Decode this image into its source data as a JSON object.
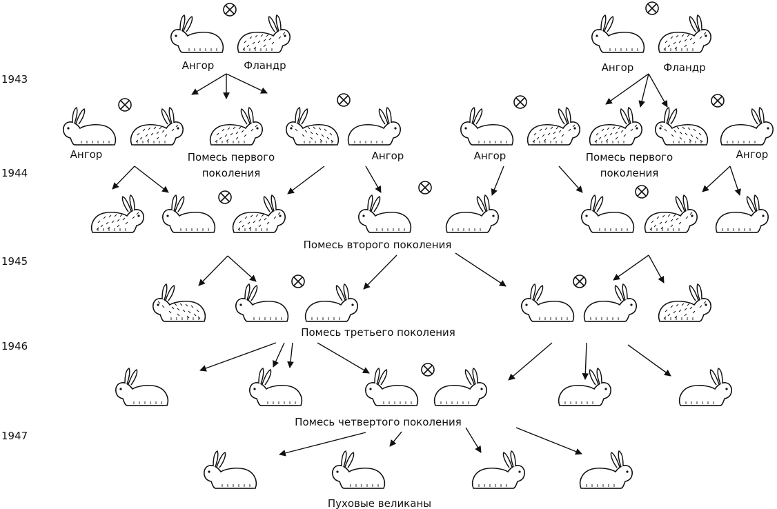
{
  "years": [
    "1943",
    "1944",
    "1945",
    "1946",
    "1947"
  ],
  "labels": {
    "angora_left": "Ангор",
    "flandre_left": "Фландр",
    "angora_right": "Ангор",
    "flandre_right": "Фландр",
    "angora_r2_a": "Ангор",
    "first_gen_left_1": "Помесь первого",
    "first_gen_left_2": "поколения",
    "angora_r2_b": "Ангор",
    "angora_r2_c": "Ангор",
    "first_gen_right_1": "Помесь первого",
    "first_gen_right_2": "поколения",
    "angora_r2_d": "Ангор",
    "second_gen": "Помесь второго поколения",
    "third_gen": "Помесь третьего поколения",
    "fourth_gen": "Помесь четвертого поколения",
    "result": "Пуховые великаны"
  },
  "colors": {
    "ink": "#111111",
    "background": "#ffffff"
  }
}
